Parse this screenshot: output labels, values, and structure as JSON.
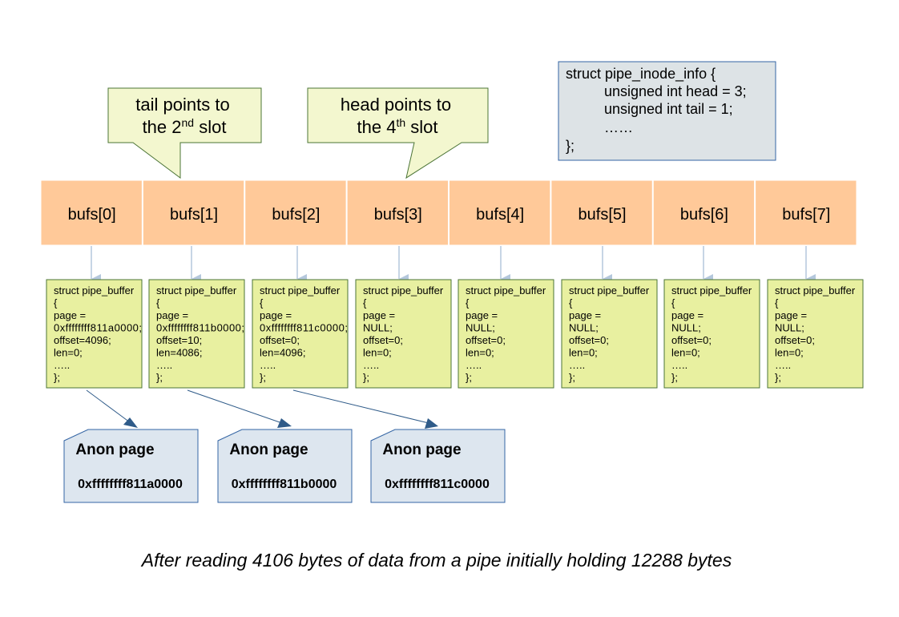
{
  "callouts": [
    {
      "pre": "tail points to",
      "mid": "the 2",
      "sup": "nd",
      "post": " slot"
    },
    {
      "pre": "head points to",
      "mid": "the 4",
      "sup": "th",
      "post": " slot"
    }
  ],
  "inode_info": {
    "lines": [
      "struct pipe_inode_info {",
      "unsigned int head = 3;",
      "unsigned int tail = 1;",
      "……",
      "};"
    ]
  },
  "bufs": [
    "bufs[0]",
    "bufs[1]",
    "bufs[2]",
    "bufs[3]",
    "bufs[4]",
    "bufs[5]",
    "bufs[6]",
    "bufs[7]"
  ],
  "pipe_buffers": [
    [
      "struct pipe_buffer",
      "{",
      "page =",
      "0xffffffff811a0000;",
      "offset=4096;",
      "len=0;",
      "…..",
      "};"
    ],
    [
      "struct pipe_buffer",
      "{",
      "page =",
      "0xffffffff811b0000;",
      "offset=10;",
      "len=4086;",
      "…..",
      "};"
    ],
    [
      "struct pipe_buffer",
      "{",
      "page =",
      "0xffffffff811c0000;",
      "offset=0;",
      "len=4096;",
      "…..",
      "};"
    ],
    [
      "struct pipe_buffer",
      "{",
      "page =",
      "NULL;",
      "offset=0;",
      "len=0;",
      "…..",
      "};"
    ],
    [
      "struct pipe_buffer",
      "{",
      "page =",
      "NULL;",
      "offset=0;",
      "len=0;",
      "…..",
      "};"
    ],
    [
      "struct pipe_buffer",
      "{",
      "page =",
      "NULL;",
      "offset=0;",
      "len=0;",
      "…..",
      "};"
    ],
    [
      "struct pipe_buffer",
      "{",
      "page =",
      "NULL;",
      "offset=0;",
      "len=0;",
      "…..",
      "};"
    ],
    [
      "struct pipe_buffer",
      "{",
      "page =",
      "NULL;",
      "offset=0;",
      "len=0;",
      "…..",
      "};"
    ]
  ],
  "anon_pages": [
    {
      "title": "Anon page",
      "addr": "0xffffffff811a0000"
    },
    {
      "title": "Anon page",
      "addr": "0xffffffff811b0000"
    },
    {
      "title": "Anon page",
      "addr": "0xffffffff811c0000"
    }
  ],
  "caption": "After reading 4106 bytes of data from a pipe initially holding 12288 bytes",
  "colors": {
    "slot_fill": "#ffc999",
    "buffer_fill": "#e8f0a0",
    "buffer_stroke": "#4b7436",
    "callout_fill": "#f3f7cf",
    "callout_stroke": "#4b7436",
    "info_fill": "#dde3e6",
    "info_stroke": "#3465a4",
    "page_fill": "#dde6ef",
    "page_stroke": "#3465a4",
    "arrow_light": "#b4c7dc",
    "arrow_dark": "#2f5b89"
  }
}
